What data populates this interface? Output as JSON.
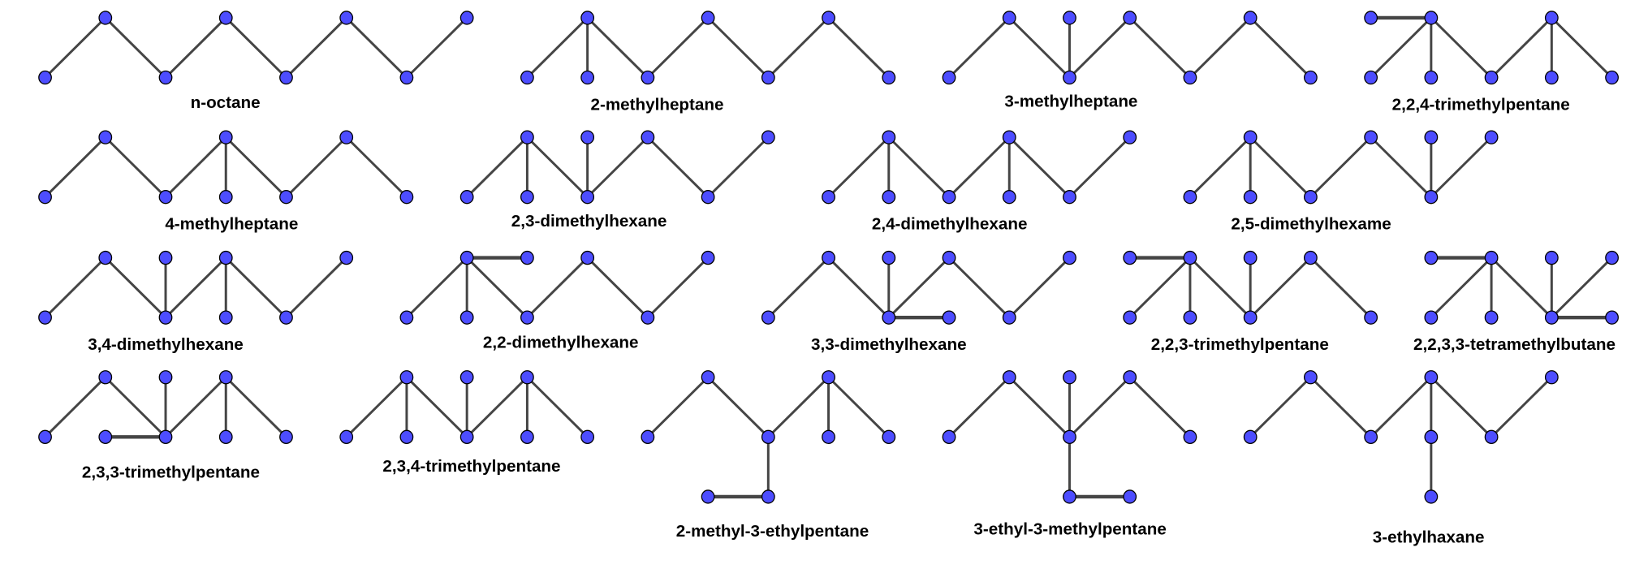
{
  "colors": {
    "node": "#4d4dff",
    "edge": "#454545",
    "label": "#000000"
  },
  "molecules": [
    {
      "name": "n-octane"
    },
    {
      "name": "2-methylheptane"
    },
    {
      "name": "3-methylheptane"
    },
    {
      "name": "2,2,4-trimethylpentane"
    },
    {
      "name": "4-methylheptane"
    },
    {
      "name": "2,3-dimethylhexane"
    },
    {
      "name": "2,4-dimethylhexane"
    },
    {
      "name": "2,5-dimethylhexame"
    },
    {
      "name": "3,4-dimethylhexane"
    },
    {
      "name": "2,2-dimethylhexane"
    },
    {
      "name": "3,3-dimethylhexane"
    },
    {
      "name": "2,2,3-trimethylpentane"
    },
    {
      "name": "2,2,3,3-tetramethylbutane"
    },
    {
      "name": "2,3,3-trimethylpentane"
    },
    {
      "name": "2,3,4-trimethylpentane"
    },
    {
      "name": "2-methyl-3-ethylpentane"
    },
    {
      "name": "3-ethyl-3-methylpentane"
    },
    {
      "name": "3-ethylhaxane"
    }
  ]
}
